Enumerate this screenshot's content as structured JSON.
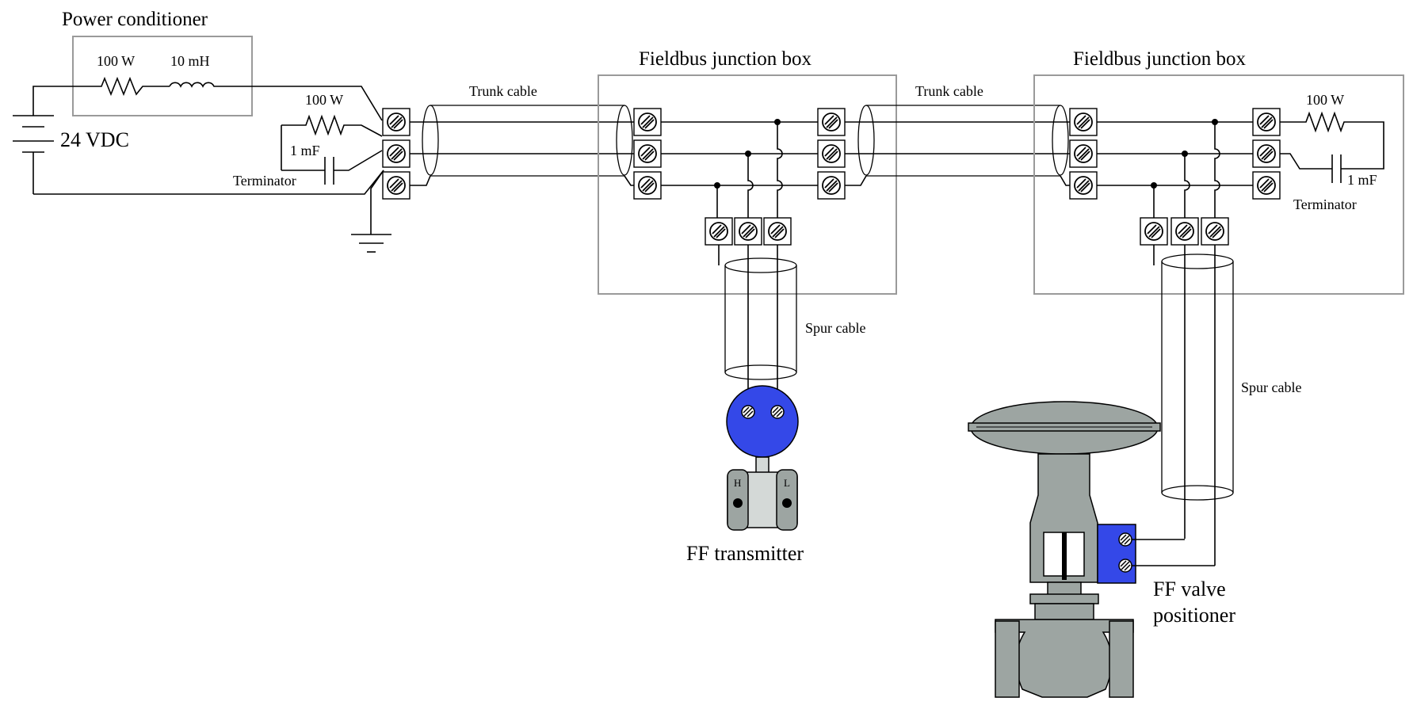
{
  "labels": {
    "power_conditioner": "Power conditioner",
    "r1": "100 W",
    "l1": "10 mH",
    "supply": "24 VDC",
    "term1_r": "100 W",
    "term1_c": "1 mF",
    "term1_name": "Terminator",
    "trunk1": "Trunk cable",
    "jbox1": "Fieldbus junction box",
    "trunk2": "Trunk cable",
    "jbox2": "Fieldbus junction box",
    "term2_r": "100 W",
    "term2_c": "1 mF",
    "term2_name": "Terminator",
    "spur1": "Spur cable",
    "spur2": "Spur cable",
    "transmitter": "FF transmitter",
    "positioner_line1": "FF valve",
    "positioner_line2": "positioner",
    "port_h": "H",
    "port_l": "L"
  },
  "colors": {
    "device_blue": "#3448e8",
    "metal_grey": "#9da5a2",
    "enclosure_grey": "#9a9a9a"
  }
}
